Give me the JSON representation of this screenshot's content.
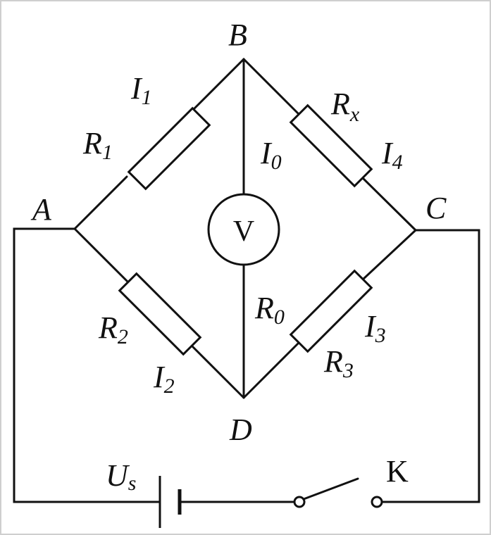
{
  "nodes": {
    "A": "A",
    "B": "B",
    "C": "C",
    "D": "D"
  },
  "resistors": {
    "R1": {
      "main": "R",
      "sub": "1"
    },
    "R2": {
      "main": "R",
      "sub": "2"
    },
    "R3": {
      "main": "R",
      "sub": "3"
    },
    "Rx": {
      "main": "R",
      "sub": "x"
    },
    "R0": {
      "main": "R",
      "sub": "0"
    }
  },
  "currents": {
    "I1": {
      "main": "I",
      "sub": "1"
    },
    "I2": {
      "main": "I",
      "sub": "2"
    },
    "I3": {
      "main": "I",
      "sub": "3"
    },
    "I4": {
      "main": "I",
      "sub": "4"
    },
    "I0": {
      "main": "I",
      "sub": "0"
    }
  },
  "voltmeter": {
    "symbol": "V"
  },
  "source": {
    "main": "U",
    "sub": "s"
  },
  "switch": {
    "label": "K"
  }
}
